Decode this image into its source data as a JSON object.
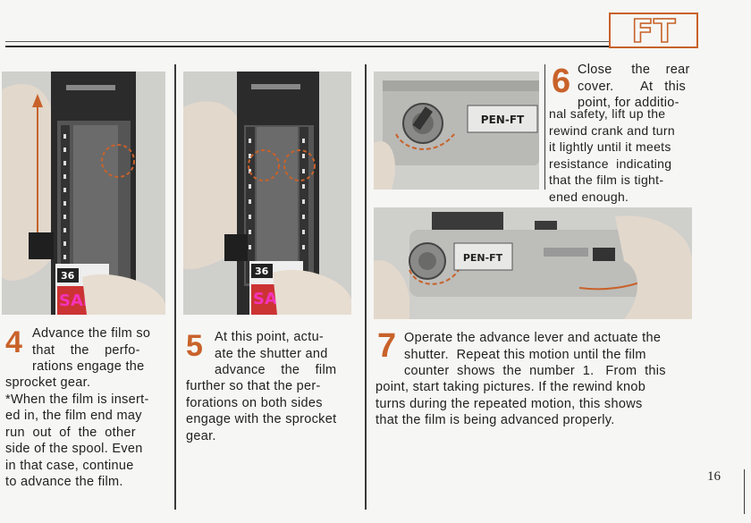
{
  "header": {
    "logo_text": "FT"
  },
  "photos": {
    "p4": {
      "counter_label": "36",
      "cartridge_text": "SAK"
    },
    "p5": {
      "counter_label": "36",
      "cartridge_text": "SAK"
    },
    "p6": {
      "camera_brand": "PEN-FT"
    },
    "p7": {
      "camera_brand": "PEN-FT"
    }
  },
  "steps": {
    "s4": {
      "number": "4",
      "lead": [
        "Advance the film so",
        "that    the    perfo-",
        "rations engage the"
      ],
      "body": [
        "sprocket gear.",
        "*When the film is insert-",
        "ed in, the film end may",
        "run  out  of  the  other",
        "side of the spool. Even",
        "in that case, continue",
        "to advance the film."
      ]
    },
    "s5": {
      "number": "5",
      "lead": [
        "At this point, actu-",
        "ate the shutter and",
        "advance    the    film"
      ],
      "body": [
        "further so that the per-",
        "forations on both sides",
        "engage with the sprocket",
        "gear."
      ]
    },
    "s6": {
      "number": "6",
      "lead": [
        "Close     the    rear",
        "cover.       At   this",
        "point, for additio-"
      ],
      "body": [
        "nal safety, lift up the",
        "rewind crank and turn",
        "it lightly until it meets",
        "resistance  indicating",
        "that the film is tight-",
        "ened enough."
      ]
    },
    "s7": {
      "number": "7",
      "lead": [
        "Operate the advance lever and actuate the",
        "shutter.  Repeat this motion until the film",
        "counter  shows  the  number  1.   From  this"
      ],
      "body": [
        "point, start taking pictures. If the rewind knob",
        "turns during the repeated motion, this shows",
        "that the film is being advanced properly."
      ]
    }
  },
  "footer": {
    "page_number": "16"
  }
}
